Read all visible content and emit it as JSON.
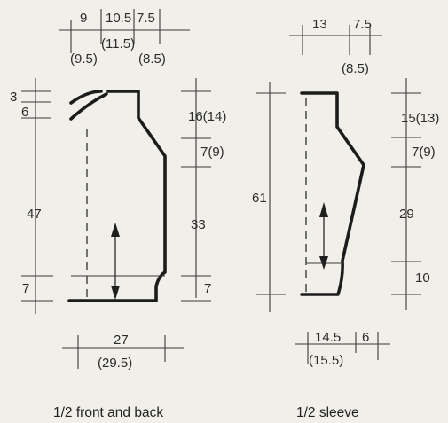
{
  "front_back": {
    "caption": "1/2 front and back",
    "top_widths": [
      "9",
      "10.5",
      "7.5"
    ],
    "top_widths_alt": [
      "(9.5)",
      "(11.5)",
      "(8.5)"
    ],
    "left_heights": [
      "3",
      "6",
      "47",
      "7"
    ],
    "right_heights": [
      "16(14)",
      "7(9)",
      "33",
      "7"
    ],
    "bottom_width": "27",
    "bottom_width_alt": "(29.5)"
  },
  "sleeve": {
    "caption": "1/2 sleeve",
    "top_widths": [
      "13",
      "7.5"
    ],
    "top_width_alt": "(8.5)",
    "left_height": "61",
    "right_heights": [
      "15(13)",
      "7(9)",
      "29",
      "10"
    ],
    "bottom_widths": [
      "14.5",
      "6"
    ],
    "bottom_width_alt": "(15.5)"
  }
}
